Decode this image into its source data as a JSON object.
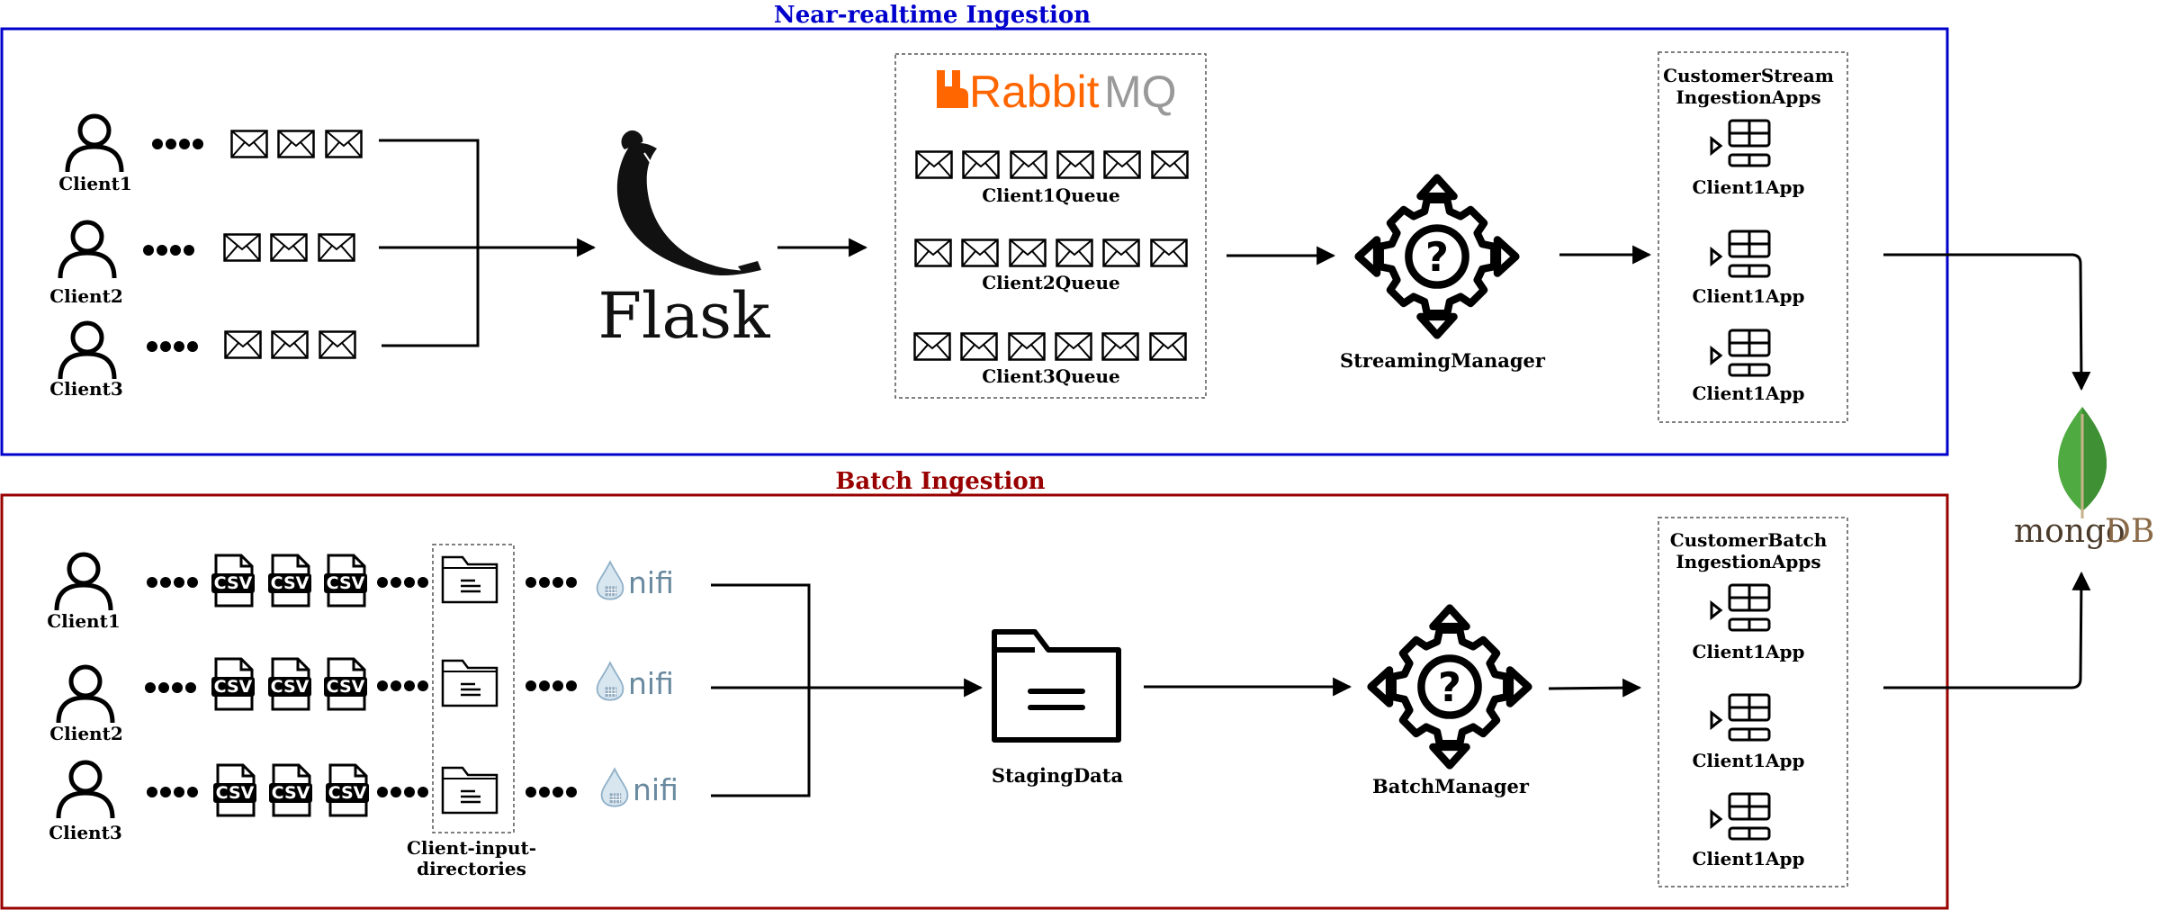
{
  "colors": {
    "realtime_border": "#0000cc",
    "batch_border": "#990000",
    "rabbitmq_orange": "#ff6600",
    "rabbitmq_gray": "#999999",
    "mongo_green": "#4faa41",
    "mongo_brown": "#6d4c2f",
    "nifi_blue": "#2e6fa0",
    "nifi_text": "#6a8aa0"
  },
  "realtime": {
    "title": "Near-realtime Ingestion",
    "clients": [
      "Client1",
      "Client2",
      "Client3"
    ],
    "flask_label": "Flask",
    "rabbitmq_logo": "RabbitMQ",
    "queues": [
      "Client1Queue",
      "Client2Queue",
      "Client3Queue"
    ],
    "manager_label": "StreamingManager",
    "apps_title_line1": "CustomerStream",
    "apps_title_line2": "IngestionApps",
    "apps": [
      "Client1App",
      "Client1App",
      "Client1App"
    ]
  },
  "batch": {
    "title": "Batch Ingestion",
    "clients": [
      "Client1",
      "Client2",
      "Client3"
    ],
    "csv_label": "CSV",
    "directories_label_line1": "Client-input-",
    "directories_label_line2": "directories",
    "nifi_label": "nifi",
    "staging_label": "StagingData",
    "manager_label": "BatchManager",
    "apps_title_line1": "CustomerBatch",
    "apps_title_line2": "IngestionApps",
    "apps": [
      "Client1App",
      "Client1App",
      "Client1App"
    ]
  },
  "mongodb": {
    "logo_text_mongo": "mongo",
    "logo_text_db": "DB"
  }
}
